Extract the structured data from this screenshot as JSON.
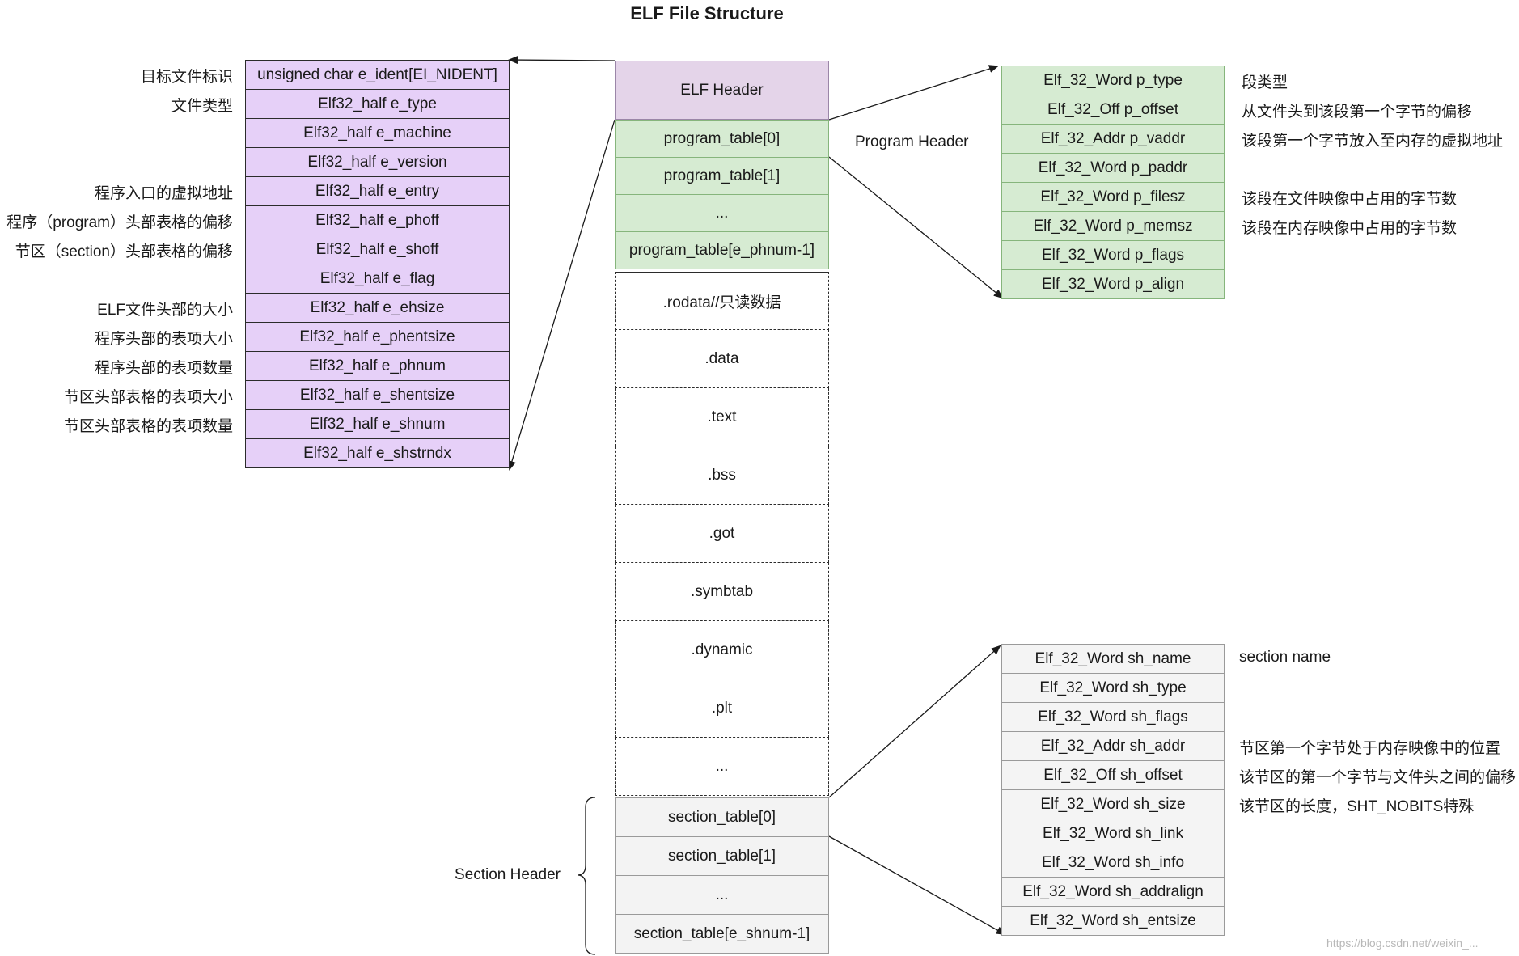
{
  "title": "ELF File Structure",
  "elf_header": {
    "label": "ELF Header",
    "fields": [
      "unsigned char e_ident[EI_NIDENT]",
      "Elf32_half e_type",
      "Elf32_half e_machine",
      "Elf32_half e_version",
      "Elf32_half e_entry",
      "Elf32_half e_phoff",
      "Elf32_half e_shoff",
      "Elf32_half e_flag",
      "Elf32_half e_ehsize",
      "Elf32_half e_phentsize",
      "Elf32_half e_phnum",
      "Elf32_half e_shentsize",
      "Elf32_half e_shnum",
      "Elf32_half e_shstrndx"
    ],
    "notes": [
      "目标文件标识",
      "文件类型",
      "",
      "",
      "程序入口的虚拟地址",
      "程序（program）头部表格的偏移",
      "节区（section）头部表格的偏移",
      "",
      "ELF文件头部的大小",
      "程序头部的表项大小",
      "程序头部的表项数量",
      "节区头部表格的表项大小",
      "节区头部表格的表项数量",
      ""
    ]
  },
  "program_tables": [
    "program_table[0]",
    "program_table[1]",
    "...",
    "program_table[e_phnum-1]"
  ],
  "sections": [
    ".rodata//只读数据",
    ".data",
    ".text",
    ".bss",
    ".got",
    ".symbtab",
    ".dynamic",
    ".plt",
    "..."
  ],
  "section_tables": [
    "section_table[0]",
    "section_table[1]",
    "...",
    "section_table[e_shnum-1]"
  ],
  "program_header": {
    "label": "Program Header",
    "fields": [
      "Elf_32_Word p_type",
      "Elf_32_Off p_offset",
      "Elf_32_Addr p_vaddr",
      "Elf_32_Word p_paddr",
      "Elf_32_Word p_filesz",
      "Elf_32_Word p_memsz",
      "Elf_32_Word p_flags",
      "Elf_32_Word p_align"
    ],
    "notes": [
      "段类型",
      "从文件头到该段第一个字节的偏移",
      "该段第一个字节放入至内存的虚拟地址",
      "",
      "该段在文件映像中占用的字节数",
      "该段在内存映像中占用的字节数",
      "",
      ""
    ]
  },
  "section_header": {
    "label": "Section Header",
    "fields": [
      "Elf_32_Word sh_name",
      "Elf_32_Word sh_type",
      "Elf_32_Word sh_flags",
      "Elf_32_Addr sh_addr",
      "Elf_32_Off sh_offset",
      "Elf_32_Word sh_size",
      "Elf_32_Word sh_link",
      "Elf_32_Word sh_info",
      "Elf_32_Word sh_addralign",
      "Elf_32_Word sh_entsize"
    ],
    "notes": [
      "section name",
      "",
      "",
      "节区第一个字节处于内存映像中的位置",
      "该节区的第一个字节与文件头之间的偏移",
      "该节区的长度，SHT_NOBITS特殊",
      "",
      "",
      "",
      ""
    ]
  },
  "watermark": "https://blog.csdn.net/weixin_..."
}
